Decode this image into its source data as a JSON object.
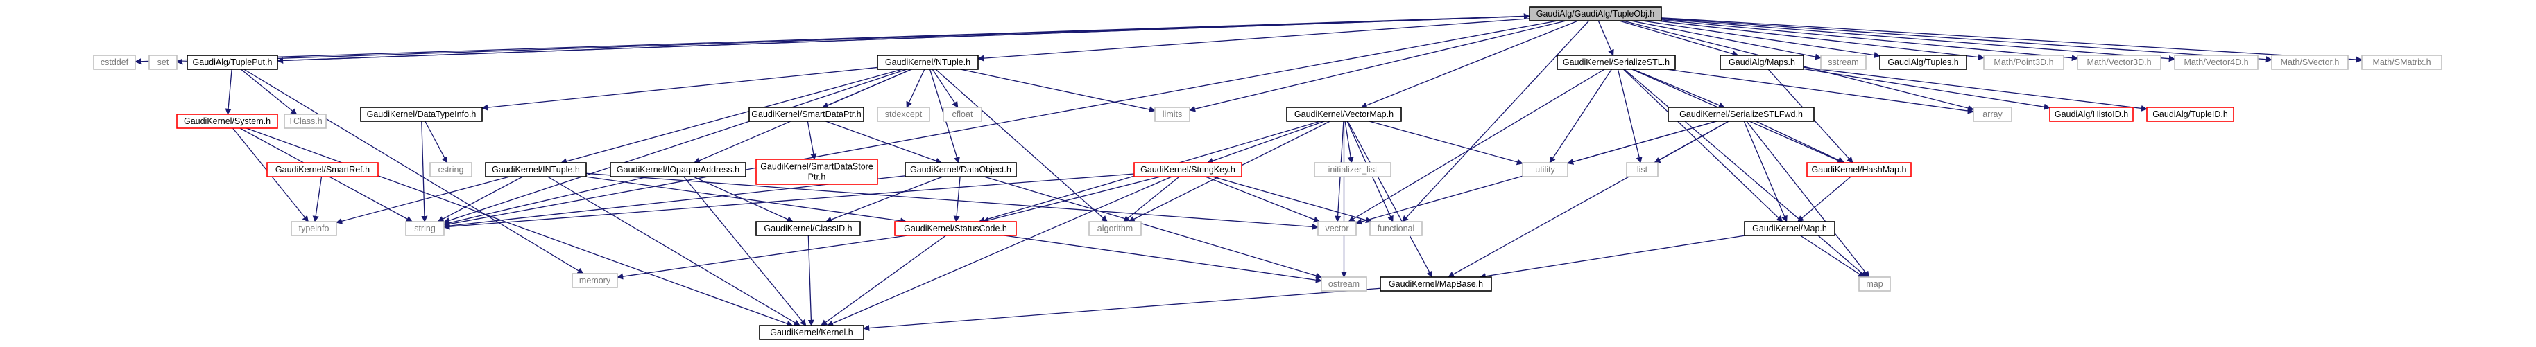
{
  "title": "GaudiAlg/GaudiAlg/TupleObj.h",
  "colors": {
    "root_fill": "#bfbfbf",
    "normal_fill": "#ffffff",
    "normal_stroke": "#000000",
    "system_stroke": "#bfbfbf",
    "system_text": "#7a7a7a",
    "incomplete_stroke": "#ff0000",
    "edge": "#191970"
  },
  "nodes": [
    {
      "id": "root",
      "label": "GaudiAlg/GaudiAlg/TupleObj.h",
      "kind": "root"
    },
    {
      "id": "cstddef",
      "label": "cstddef",
      "kind": "system"
    },
    {
      "id": "set",
      "label": "set",
      "kind": "system"
    },
    {
      "id": "tupleput",
      "label": "GaudiAlg/TuplePut.h",
      "kind": "normal"
    },
    {
      "id": "ntuple",
      "label": "GaudiKernel/NTuple.h",
      "kind": "normal"
    },
    {
      "id": "serstl",
      "label": "GaudiKernel/SerializeSTL.h",
      "kind": "normal"
    },
    {
      "id": "maps",
      "label": "GaudiAlg/Maps.h",
      "kind": "normal"
    },
    {
      "id": "sstream",
      "label": "sstream",
      "kind": "system"
    },
    {
      "id": "tuples",
      "label": "GaudiAlg/Tuples.h",
      "kind": "normal"
    },
    {
      "id": "point3d",
      "label": "Math/Point3D.h",
      "kind": "system"
    },
    {
      "id": "vector3d",
      "label": "Math/Vector3D.h",
      "kind": "system"
    },
    {
      "id": "vector4d",
      "label": "Math/Vector4D.h",
      "kind": "system"
    },
    {
      "id": "svector",
      "label": "Math/SVector.h",
      "kind": "system"
    },
    {
      "id": "smatrix",
      "label": "Math/SMatrix.h",
      "kind": "system"
    },
    {
      "id": "system",
      "label": "GaudiKernel/System.h",
      "kind": "incomplete"
    },
    {
      "id": "tclass",
      "label": "TClass.h",
      "kind": "system"
    },
    {
      "id": "datatypeinfo",
      "label": "GaudiKernel/DataTypeInfo.h",
      "kind": "normal"
    },
    {
      "id": "smartdataptr",
      "label": "GaudiKernel/SmartDataPtr.h",
      "kind": "normal"
    },
    {
      "id": "stdexcept",
      "label": "stdexcept",
      "kind": "system"
    },
    {
      "id": "cfloat",
      "label": "cfloat",
      "kind": "system"
    },
    {
      "id": "limits",
      "label": "limits",
      "kind": "system"
    },
    {
      "id": "vectormap",
      "label": "GaudiKernel/VectorMap.h",
      "kind": "normal"
    },
    {
      "id": "serstlfwd",
      "label": "GaudiKernel/SerializeSTLFwd.h",
      "kind": "normal"
    },
    {
      "id": "array",
      "label": "array",
      "kind": "system"
    },
    {
      "id": "histoid",
      "label": "GaudiAlg/HistoID.h",
      "kind": "incomplete"
    },
    {
      "id": "tupleid",
      "label": "GaudiAlg/TupleID.h",
      "kind": "incomplete"
    },
    {
      "id": "smartref",
      "label": "GaudiKernel/SmartRef.h",
      "kind": "incomplete"
    },
    {
      "id": "cstring",
      "label": "cstring",
      "kind": "system"
    },
    {
      "id": "smartdatastoreptr",
      "label": [
        "GaudiKernel/SmartDataStore",
        "Ptr.h"
      ],
      "kind": "incomplete"
    },
    {
      "id": "intuple",
      "label": "GaudiKernel/INTuple.h",
      "kind": "normal"
    },
    {
      "id": "iopaque",
      "label": "GaudiKernel/IOpaqueAddress.h",
      "kind": "normal"
    },
    {
      "id": "dataobject",
      "label": "GaudiKernel/DataObject.h",
      "kind": "normal"
    },
    {
      "id": "stringkey",
      "label": "GaudiKernel/StringKey.h",
      "kind": "incomplete"
    },
    {
      "id": "initlist",
      "label": "initializer_list",
      "kind": "system"
    },
    {
      "id": "utility",
      "label": "utility",
      "kind": "system"
    },
    {
      "id": "list",
      "label": "list",
      "kind": "system"
    },
    {
      "id": "hashmap",
      "label": "GaudiKernel/HashMap.h",
      "kind": "incomplete"
    },
    {
      "id": "typeinfo",
      "label": "typeinfo",
      "kind": "system"
    },
    {
      "id": "string",
      "label": "string",
      "kind": "system"
    },
    {
      "id": "classid",
      "label": "GaudiKernel/ClassID.h",
      "kind": "normal"
    },
    {
      "id": "statuscode",
      "label": "GaudiKernel/StatusCode.h",
      "kind": "incomplete"
    },
    {
      "id": "algorithm",
      "label": "algorithm",
      "kind": "system"
    },
    {
      "id": "vector",
      "label": "vector",
      "kind": "system"
    },
    {
      "id": "functional",
      "label": "functional",
      "kind": "system"
    },
    {
      "id": "map_h",
      "label": "GaudiKernel/Map.h",
      "kind": "normal"
    },
    {
      "id": "memory",
      "label": "memory",
      "kind": "system"
    },
    {
      "id": "ostream",
      "label": "ostream",
      "kind": "system"
    },
    {
      "id": "mapbase",
      "label": "GaudiKernel/MapBase.h",
      "kind": "normal"
    },
    {
      "id": "map",
      "label": "map",
      "kind": "system"
    },
    {
      "id": "kernel",
      "label": "GaudiKernel/Kernel.h",
      "kind": "normal"
    }
  ],
  "edges": [
    [
      "root",
      "cstddef"
    ],
    [
      "root",
      "set"
    ],
    [
      "root",
      "tupleput"
    ],
    [
      "root",
      "ntuple"
    ],
    [
      "root",
      "serstl"
    ],
    [
      "root",
      "maps"
    ],
    [
      "root",
      "sstream"
    ],
    [
      "root",
      "tuples"
    ],
    [
      "root",
      "point3d"
    ],
    [
      "root",
      "vector3d"
    ],
    [
      "root",
      "vector4d"
    ],
    [
      "root",
      "svector"
    ],
    [
      "root",
      "smatrix"
    ],
    [
      "root",
      "limits"
    ],
    [
      "root",
      "vectormap"
    ],
    [
      "root",
      "array"
    ],
    [
      "root",
      "string"
    ],
    [
      "root",
      "functional"
    ],
    [
      "tupleput",
      "root"
    ],
    [
      "tupleput",
      "system"
    ],
    [
      "tupleput",
      "tclass"
    ],
    [
      "tupleput",
      "memory"
    ],
    [
      "ntuple",
      "datatypeinfo"
    ],
    [
      "ntuple",
      "smartdataptr"
    ],
    [
      "ntuple",
      "stdexcept"
    ],
    [
      "ntuple",
      "cfloat"
    ],
    [
      "ntuple",
      "limits"
    ],
    [
      "ntuple",
      "intuple"
    ],
    [
      "ntuple",
      "iopaque"
    ],
    [
      "ntuple",
      "dataobject"
    ],
    [
      "ntuple",
      "algorithm"
    ],
    [
      "ntuple",
      "string"
    ],
    [
      "serstl",
      "serstlfwd"
    ],
    [
      "serstl",
      "array"
    ],
    [
      "serstl",
      "utility"
    ],
    [
      "serstl",
      "list"
    ],
    [
      "serstl",
      "hashmap"
    ],
    [
      "serstl",
      "vector"
    ],
    [
      "serstl",
      "map_h"
    ],
    [
      "serstl",
      "map"
    ],
    [
      "maps",
      "histoid"
    ],
    [
      "maps",
      "tupleid"
    ],
    [
      "maps",
      "hashmap"
    ],
    [
      "system",
      "typeinfo"
    ],
    [
      "system",
      "string"
    ],
    [
      "system",
      "kernel"
    ],
    [
      "datatypeinfo",
      "string"
    ],
    [
      "datatypeinfo",
      "cstring"
    ],
    [
      "smartdataptr",
      "smartdatastoreptr"
    ],
    [
      "smartdataptr",
      "dataobject"
    ],
    [
      "vectormap",
      "stringkey"
    ],
    [
      "vectormap",
      "initlist"
    ],
    [
      "vectormap",
      "utility"
    ],
    [
      "vectormap",
      "algorithm"
    ],
    [
      "vectormap",
      "vector"
    ],
    [
      "vectormap",
      "functional"
    ],
    [
      "vectormap",
      "ostream"
    ],
    [
      "vectormap",
      "mapbase"
    ],
    [
      "vectormap",
      "statuscode"
    ],
    [
      "serstlfwd",
      "utility"
    ],
    [
      "serstlfwd",
      "list"
    ],
    [
      "serstlfwd",
      "vector"
    ],
    [
      "serstlfwd",
      "map"
    ],
    [
      "serstlfwd",
      "hashmap"
    ],
    [
      "serstlfwd",
      "map_h"
    ],
    [
      "serstlfwd",
      "mapbase"
    ],
    [
      "smartref",
      "typeinfo"
    ],
    [
      "intuple",
      "typeinfo"
    ],
    [
      "intuple",
      "string"
    ],
    [
      "intuple",
      "statuscode"
    ],
    [
      "intuple",
      "kernel"
    ],
    [
      "intuple",
      "vector"
    ],
    [
      "iopaque",
      "string"
    ],
    [
      "iopaque",
      "classid"
    ],
    [
      "iopaque",
      "kernel"
    ],
    [
      "dataobject",
      "string"
    ],
    [
      "dataobject",
      "classid"
    ],
    [
      "dataobject",
      "statuscode"
    ],
    [
      "dataobject",
      "ostream"
    ],
    [
      "stringkey",
      "string"
    ],
    [
      "stringkey",
      "algorithm"
    ],
    [
      "stringkey",
      "functional"
    ],
    [
      "stringkey",
      "vector"
    ],
    [
      "stringkey",
      "statuscode"
    ],
    [
      "stringkey",
      "kernel"
    ],
    [
      "hashmap",
      "map_h"
    ],
    [
      "classid",
      "kernel"
    ],
    [
      "statuscode",
      "memory"
    ],
    [
      "statuscode",
      "ostream"
    ],
    [
      "statuscode",
      "kernel"
    ],
    [
      "map_h",
      "map"
    ],
    [
      "map_h",
      "mapbase"
    ],
    [
      "mapbase",
      "kernel"
    ]
  ]
}
